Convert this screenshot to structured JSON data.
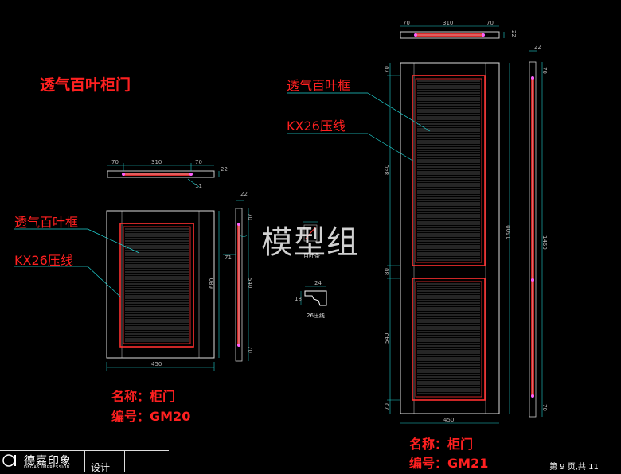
{
  "watermark": "模型组",
  "left_drawing": {
    "title": "透气百叶柜门",
    "callout_panel": "透气百叶框",
    "callout_trim": "KX26压线",
    "name_label": "名称：柜门",
    "code_label": "编号：GM20",
    "dims": {
      "top_left": "70",
      "top_mid": "310",
      "top_right": "70",
      "top_thick": "22",
      "top_small": "11",
      "width": "450",
      "height": "680",
      "side_thick": "22",
      "side_top": "70",
      "side_mid": "540",
      "side_bottom": "70",
      "side_note": "71"
    }
  },
  "right_drawing": {
    "callout_panel": "透气百叶框",
    "callout_trim": "KX26压线",
    "name_label": "名称：柜门",
    "code_label": "编号：GM21",
    "dims": {
      "top_left": "70",
      "top_mid": "310",
      "top_right": "70",
      "top_thick": "22",
      "left_top": "70",
      "left_upper": "840",
      "left_mid": "80",
      "left_lower": "540",
      "left_bottom": "70",
      "total_height": "1600",
      "width": "450",
      "side_thick": "22",
      "side_top": "70",
      "side_mid": "1460",
      "side_bottom": "70"
    }
  },
  "details": {
    "louver_caption": "百叶条",
    "trim_caption": "26压线",
    "trim_w": "24",
    "trim_h": "18"
  },
  "footer": {
    "logo_cn": "德嘉印象",
    "logo_en": "DEGAS IMPRESSION",
    "design_label": "设计",
    "page_info": "第 9  页,共 11"
  }
}
